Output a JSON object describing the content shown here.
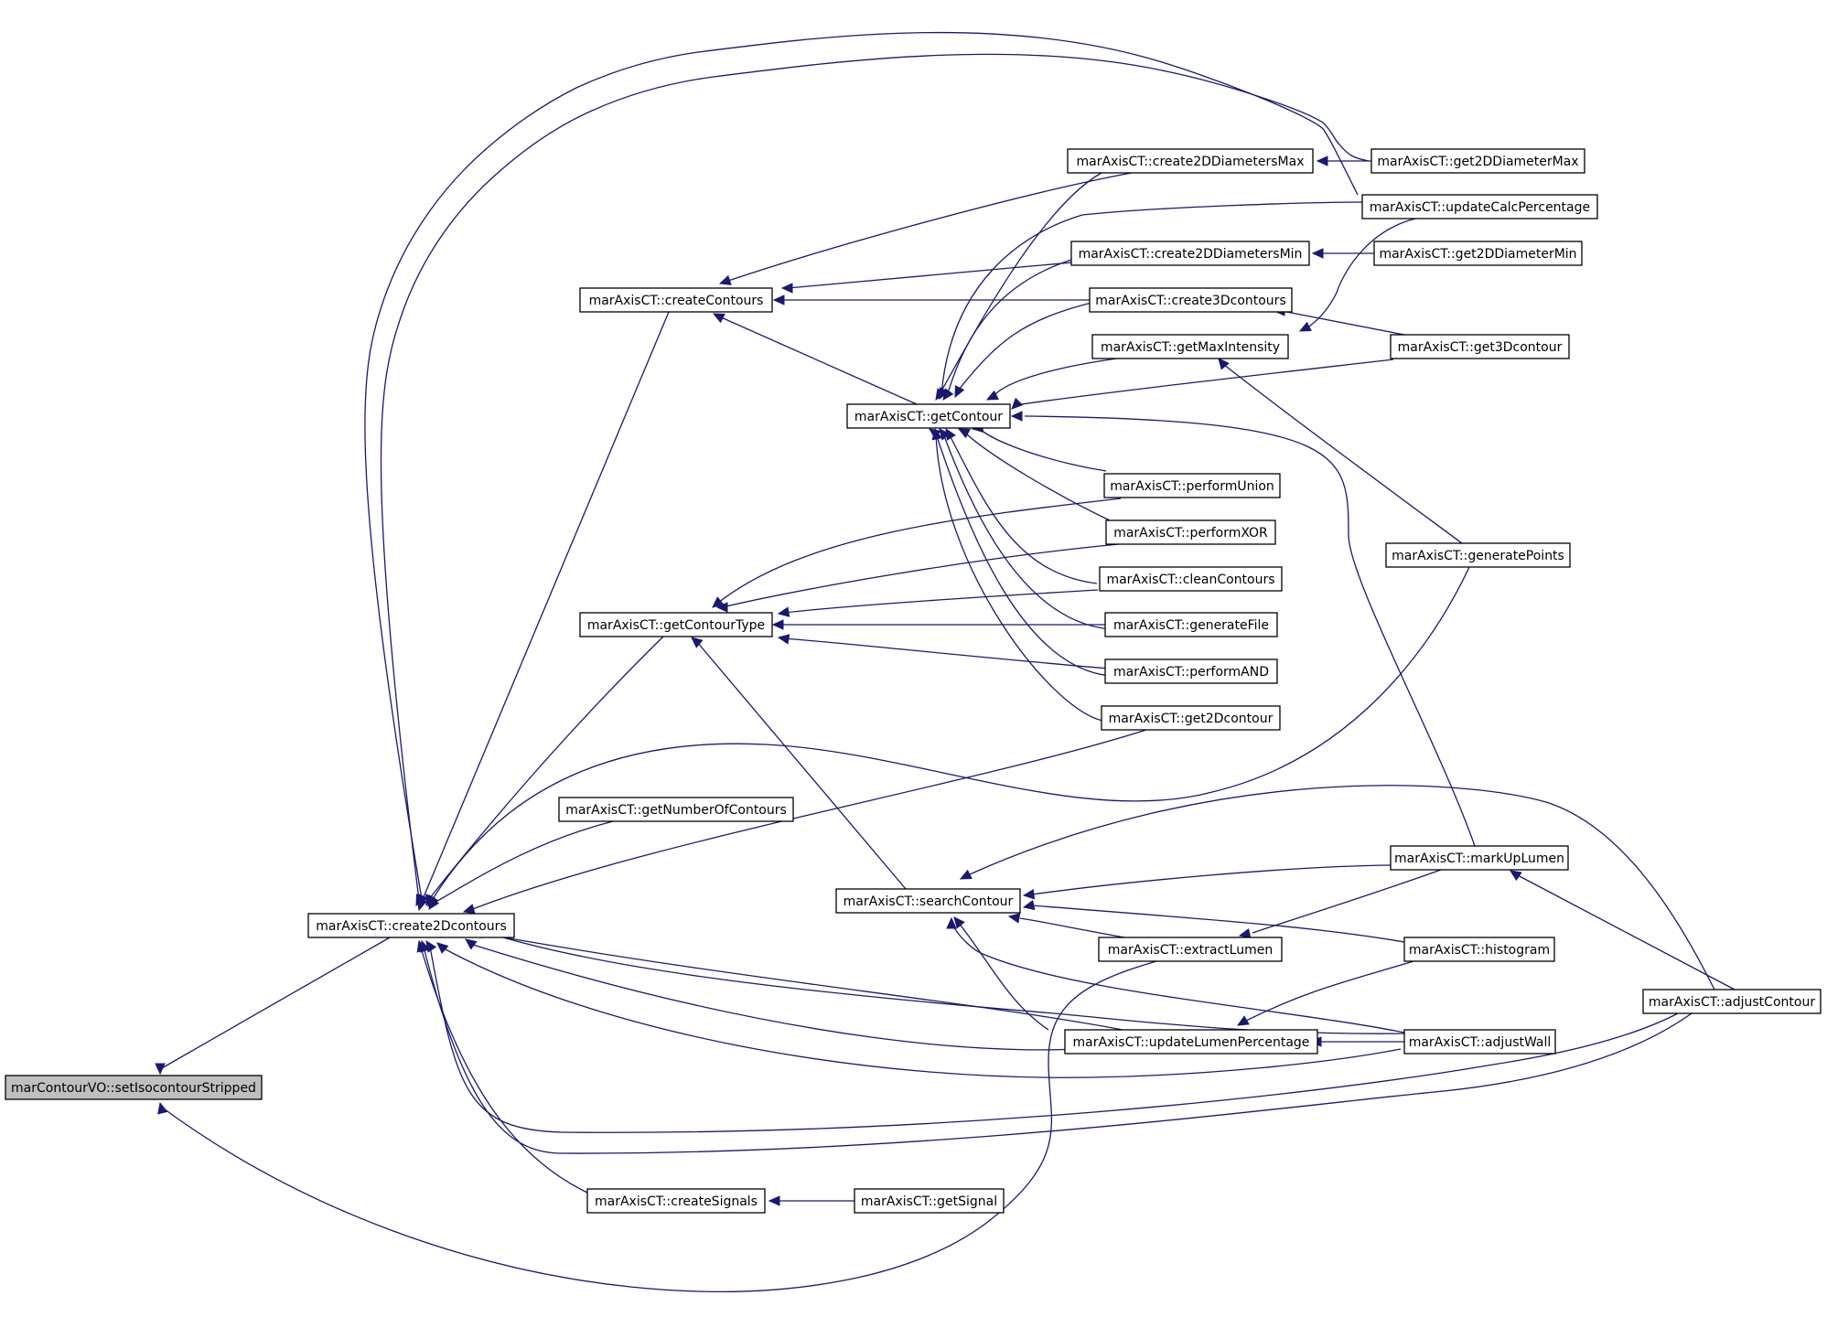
{
  "diagram": {
    "type": "call-graph",
    "colors": {
      "edge": "#191970",
      "root_fill": "#bfbfbf",
      "node_fill": "#ffffff",
      "node_border": "#000000"
    },
    "nodes": [
      {
        "id": "setIsocontourStripped",
        "label": "marContourVO::setIsocontourStripped",
        "root": true
      },
      {
        "id": "create2Dcontours",
        "label": "marAxisCT::create2Dcontours"
      },
      {
        "id": "createContours",
        "label": "marAxisCT::createContours"
      },
      {
        "id": "getContourType",
        "label": "marAxisCT::getContourType"
      },
      {
        "id": "getNumberOfContours",
        "label": "marAxisCT::getNumberOfContours"
      },
      {
        "id": "createSignals",
        "label": "marAxisCT::createSignals"
      },
      {
        "id": "getContour",
        "label": "marAxisCT::getContour"
      },
      {
        "id": "searchContour",
        "label": "marAxisCT::searchContour"
      },
      {
        "id": "getSignal",
        "label": "marAxisCT::getSignal"
      },
      {
        "id": "create2DDiametersMax",
        "label": "marAxisCT::create2DDiametersMax"
      },
      {
        "id": "create2DDiametersMin",
        "label": "marAxisCT::create2DDiametersMin"
      },
      {
        "id": "create3Dcontours",
        "label": "marAxisCT::create3Dcontours"
      },
      {
        "id": "getMaxIntensity",
        "label": "marAxisCT::getMaxIntensity"
      },
      {
        "id": "performUnion",
        "label": "marAxisCT::performUnion"
      },
      {
        "id": "performXOR",
        "label": "marAxisCT::performXOR"
      },
      {
        "id": "cleanContours",
        "label": "marAxisCT::cleanContours"
      },
      {
        "id": "generateFile",
        "label": "marAxisCT::generateFile"
      },
      {
        "id": "performAND",
        "label": "marAxisCT::performAND"
      },
      {
        "id": "get2Dcontour",
        "label": "marAxisCT::get2Dcontour"
      },
      {
        "id": "extractLumen",
        "label": "marAxisCT::extractLumen"
      },
      {
        "id": "updateLumenPercentage",
        "label": "marAxisCT::updateLumenPercentage"
      },
      {
        "id": "get2DDiameterMax",
        "label": "marAxisCT::get2DDiameterMax"
      },
      {
        "id": "updateCalcPercentage",
        "label": "marAxisCT::updateCalcPercentage"
      },
      {
        "id": "get2DDiameterMin",
        "label": "marAxisCT::get2DDiameterMin"
      },
      {
        "id": "get3Dcontour",
        "label": "marAxisCT::get3Dcontour"
      },
      {
        "id": "generatePoints",
        "label": "marAxisCT::generatePoints"
      },
      {
        "id": "markUpLumen",
        "label": "marAxisCT::markUpLumen"
      },
      {
        "id": "histogram",
        "label": "marAxisCT::histogram"
      },
      {
        "id": "adjustWall",
        "label": "marAxisCT::adjustWall"
      },
      {
        "id": "adjustContour",
        "label": "marAxisCT::adjustContour"
      }
    ],
    "edges": [
      {
        "from": "create2Dcontours",
        "to": "setIsocontourStripped"
      },
      {
        "from": "extractLumen",
        "to": "setIsocontourStripped"
      },
      {
        "from": "createContours",
        "to": "create2Dcontours"
      },
      {
        "from": "getContourType",
        "to": "create2Dcontours"
      },
      {
        "from": "getNumberOfContours",
        "to": "create2Dcontours"
      },
      {
        "from": "createSignals",
        "to": "create2Dcontours"
      },
      {
        "from": "get2Dcontour",
        "to": "create2Dcontours"
      },
      {
        "from": "generatePoints",
        "to": "create2Dcontours"
      },
      {
        "from": "updateCalcPercentage",
        "to": "create2Dcontours"
      },
      {
        "from": "get2DDiameterMax",
        "to": "create2Dcontours"
      },
      {
        "from": "updateLumenPercentage",
        "to": "create2Dcontours"
      },
      {
        "from": "adjustWall",
        "to": "create2Dcontours"
      },
      {
        "from": "adjustContour",
        "to": "create2Dcontours"
      },
      {
        "from": "create2DDiametersMax",
        "to": "createContours"
      },
      {
        "from": "create2DDiametersMin",
        "to": "createContours"
      },
      {
        "from": "create3Dcontours",
        "to": "createContours"
      },
      {
        "from": "getContour",
        "to": "createContours"
      },
      {
        "from": "create2DDiametersMax",
        "to": "getContour"
      },
      {
        "from": "create2DDiametersMin",
        "to": "getContour"
      },
      {
        "from": "create3Dcontours",
        "to": "getContour"
      },
      {
        "from": "getMaxIntensity",
        "to": "getContour"
      },
      {
        "from": "updateCalcPercentage",
        "to": "getContour"
      },
      {
        "from": "get3Dcontour",
        "to": "getContour"
      },
      {
        "from": "markUpLumen",
        "to": "getContour"
      },
      {
        "from": "performUnion",
        "to": "getContour"
      },
      {
        "from": "performXOR",
        "to": "getContour"
      },
      {
        "from": "cleanContours",
        "to": "getContour"
      },
      {
        "from": "generateFile",
        "to": "getContour"
      },
      {
        "from": "performAND",
        "to": "getContour"
      },
      {
        "from": "get2Dcontour",
        "to": "getContour"
      },
      {
        "from": "performUnion",
        "to": "getContourType"
      },
      {
        "from": "performXOR",
        "to": "getContourType"
      },
      {
        "from": "cleanContours",
        "to": "getContourType"
      },
      {
        "from": "generateFile",
        "to": "getContourType"
      },
      {
        "from": "performAND",
        "to": "getContourType"
      },
      {
        "from": "searchContour",
        "to": "getContourType"
      },
      {
        "from": "getSignal",
        "to": "createSignals"
      },
      {
        "from": "get2DDiameterMax",
        "to": "create2DDiametersMax"
      },
      {
        "from": "get2DDiameterMin",
        "to": "create2DDiametersMin"
      },
      {
        "from": "get3Dcontour",
        "to": "create3Dcontours"
      },
      {
        "from": "updateCalcPercentage",
        "to": "getMaxIntensity"
      },
      {
        "from": "generatePoints",
        "to": "getMaxIntensity"
      },
      {
        "from": "adjustContour",
        "to": "searchContour"
      },
      {
        "from": "markUpLumen",
        "to": "searchContour"
      },
      {
        "from": "histogram",
        "to": "searchContour"
      },
      {
        "from": "extractLumen",
        "to": "searchContour"
      },
      {
        "from": "updateLumenPercentage",
        "to": "searchContour"
      },
      {
        "from": "adjustWall",
        "to": "searchContour"
      },
      {
        "from": "markUpLumen",
        "to": "extractLumen"
      },
      {
        "from": "adjustWall",
        "to": "updateLumenPercentage"
      },
      {
        "from": "histogram",
        "to": "updateLumenPercentage"
      },
      {
        "from": "adjustContour",
        "to": "markUpLumen"
      }
    ]
  }
}
